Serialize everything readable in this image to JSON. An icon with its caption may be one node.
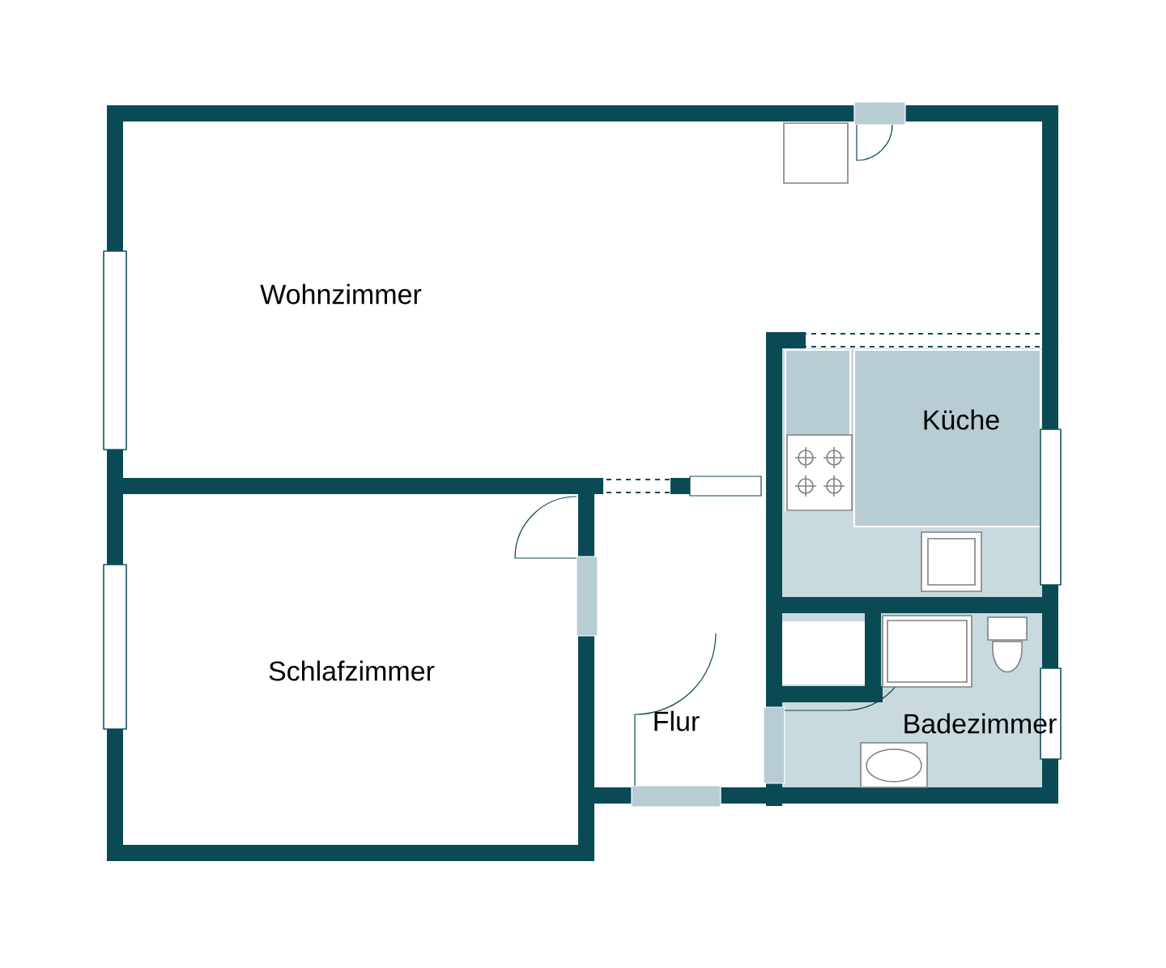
{
  "diagram": {
    "labels": [
      "Wohnzimmer",
      "Küche",
      "Schlafzimmer",
      "Flur",
      "Badezimmer"
    ]
  }
}
